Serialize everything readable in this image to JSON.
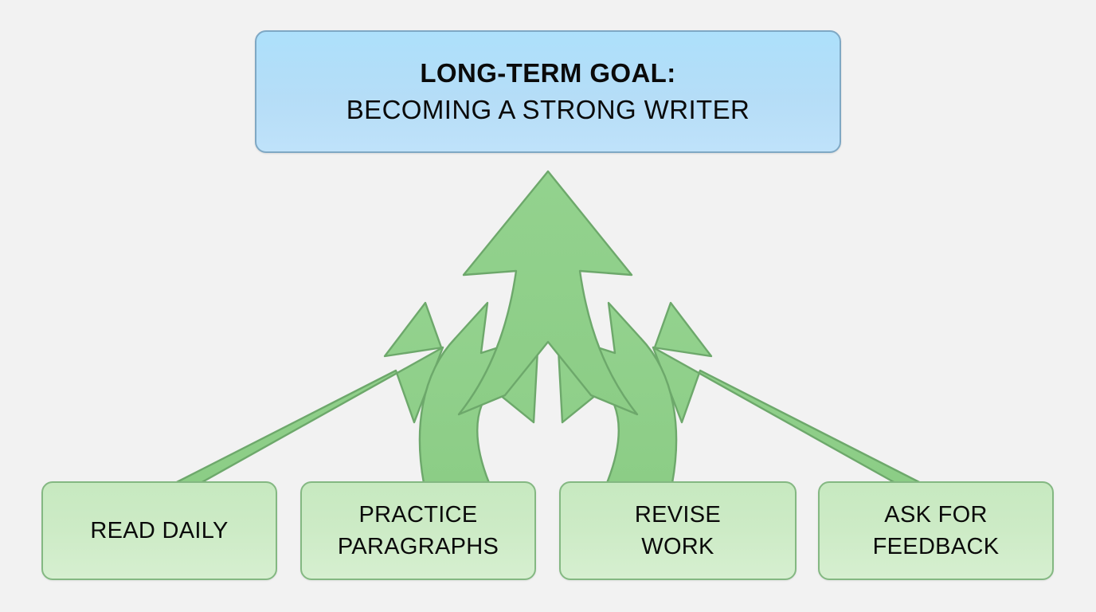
{
  "diagram": {
    "title_lines": [
      "LONG-TERM GOAL:",
      "BECOMING A STRONG WRITER"
    ],
    "goal": {
      "label_primary": "LONG-TERM GOAL:",
      "label_secondary": "BECOMING A STRONG WRITER"
    },
    "actions": [
      {
        "label": "READ DAILY"
      },
      {
        "label": "PRACTICE\nPARAGRAPHS"
      },
      {
        "label": "REVISE\nWORK"
      },
      {
        "label": "ASK FOR\nFEEDBACK"
      }
    ],
    "arrows": {
      "count": 4,
      "direction": "upward-converging",
      "description": "Four green arrows rising from the action boxes and merging into one large arrow pointing at the goal box"
    },
    "colors": {
      "background": "#f2f2f2",
      "goal_fill": "#b5ddf7",
      "goal_border": "#7fa8c4",
      "action_fill": "#cdebc6",
      "action_border": "#84b882",
      "arrow_fill": "#8fd08a",
      "arrow_border": "#6da86b",
      "text": "#0a0a0a"
    }
  }
}
